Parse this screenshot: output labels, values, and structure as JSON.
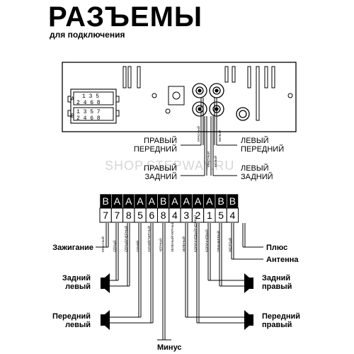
{
  "title": "РАЗЪЕМЫ",
  "subtitle": "для подключения",
  "watermark": "SHOP.STEPWAY.RU",
  "connector_block": {
    "row_a_label": "A",
    "row_b_label": "B",
    "row_a_top": "1 3 5",
    "row_a_bottom": "2 4 6 8",
    "row_b_top": "1 3 5 7",
    "row_b_bottom": "2 4 6 8"
  },
  "rca": {
    "right_front": "ПРАВЫЙ\nПЕРЕДНИЙ",
    "right_rear": "ПРАВЫЙ\nЗАДНИЙ",
    "left_front": "ЛЕВЫЙ\nПЕРЕДНИЙ",
    "left_rear": "ЛЕВЫЙ\nЗАДНИЙ",
    "wire_red": "КРАСНЫЙ",
    "wire_red2": "КРАСНЫЙ",
    "wire_white": "БЕЛЫЙ",
    "wire_white2": "БЕЛЫЙ"
  },
  "pins": [
    {
      "row": "B",
      "num": "7",
      "wire": "КРАСНЫЙ"
    },
    {
      "row": "A",
      "num": "7",
      "wire": "СЕРЫЙ"
    },
    {
      "row": "A",
      "num": "8",
      "wire": "СЕРЫЙ/ЧЕРНЫЙ"
    },
    {
      "row": "A",
      "num": "5",
      "wire": "СИНИЙ"
    },
    {
      "row": "A",
      "num": "6",
      "wire": "СИНИЙ/ЧЕРНЫЙ"
    },
    {
      "row": "B",
      "num": "8",
      "wire": "ЧЕРНЫЙ"
    },
    {
      "row": "A",
      "num": "4",
      "wire": "ЗЕЛЕНЫЙ/ЧЕРНЫЙ"
    },
    {
      "row": "A",
      "num": "3",
      "wire": "ЗЕЛЕНЫЙ"
    },
    {
      "row": "A",
      "num": "2",
      "wire": "КОРИЧНЕВЫЙ/ЧЕРНЫЙ"
    },
    {
      "row": "A",
      "num": "1",
      "wire": "КОРИЧНЕВЫЙ"
    },
    {
      "row": "B",
      "num": "5",
      "wire": "ОРАНЖЕВЫЙ"
    },
    {
      "row": "B",
      "num": "4",
      "wire": "ЖЕЛТЫЙ"
    }
  ],
  "labels": {
    "ignition": "Зажигание",
    "plus": "Плюс",
    "antenna": "Антенна",
    "rear_left": "Задний\nлевый",
    "rear_right": "Задний\nправый",
    "front_left": "Передний\nлевый",
    "front_right": "Передний\nправый",
    "minus": "Минус"
  }
}
